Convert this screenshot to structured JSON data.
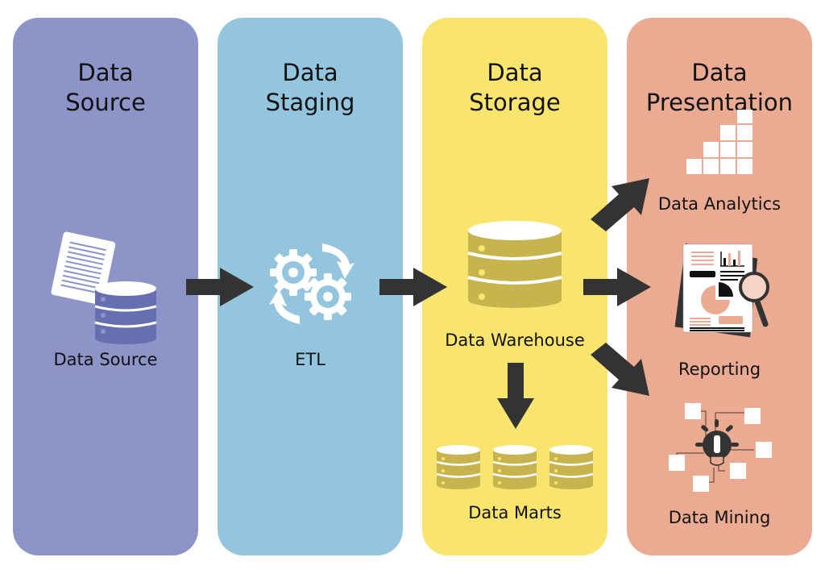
{
  "colors": {
    "source_panel": "#8c94c8",
    "staging_panel": "#93c6de",
    "storage_panel": "#f9e46d",
    "presentation_panel": "#ebab92",
    "arrow": "#333333",
    "source_db": "#6670b0",
    "storage_db": "#c8b44f",
    "icon_white": "#ffffff"
  },
  "panels": [
    {
      "id": "source",
      "title_line1": "Data",
      "title_line2": "Source"
    },
    {
      "id": "staging",
      "title_line1": "Data",
      "title_line2": "Staging"
    },
    {
      "id": "storage",
      "title_line1": "Data",
      "title_line2": "Storage"
    },
    {
      "id": "presentation",
      "title_line1": "Data",
      "title_line2": "Presentation"
    }
  ],
  "nodes": {
    "data_source": "Data Source",
    "etl": "ETL",
    "data_warehouse": "Data Warehouse",
    "data_marts": "Data Marts",
    "data_analytics": "Data Analytics",
    "reporting": "Reporting",
    "data_mining": "Data Mining"
  },
  "flows": [
    {
      "from": "Data Source",
      "to": "ETL"
    },
    {
      "from": "ETL",
      "to": "Data Warehouse"
    },
    {
      "from": "Data Warehouse",
      "to": "Data Marts"
    },
    {
      "from": "Data Warehouse",
      "to": "Data Analytics"
    },
    {
      "from": "Data Warehouse",
      "to": "Reporting"
    },
    {
      "from": "Data Warehouse",
      "to": "Data Mining"
    }
  ]
}
